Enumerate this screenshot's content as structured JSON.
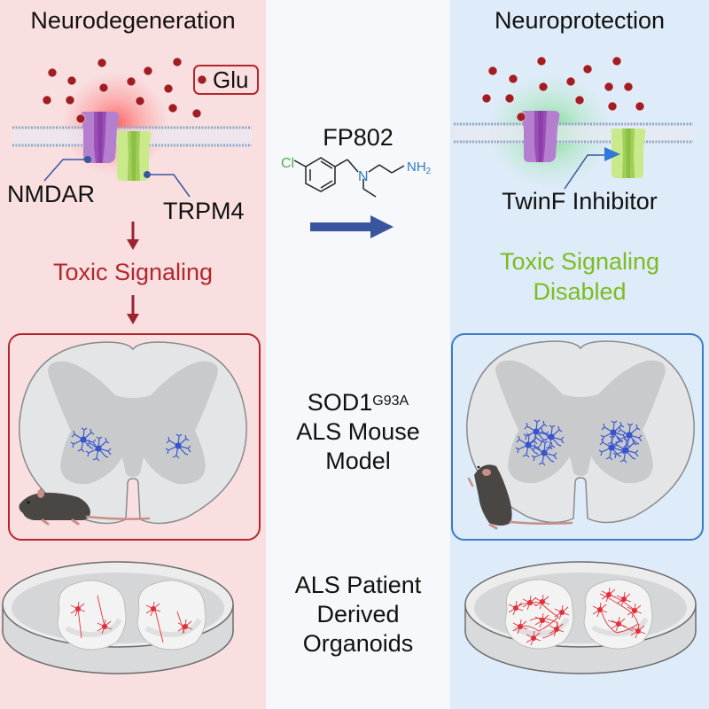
{
  "left_panel": {
    "title": "Neurodegeneration",
    "legend_label": "Glu",
    "receptor_labels": [
      "NMDAR",
      "TRPM4"
    ],
    "outcome": "Toxic Signaling",
    "theme_color": "#b5262c",
    "background": "#f9dfe0",
    "glow_color": "#ff5a5a",
    "model_neuron_count": 3,
    "organoid_neuron_count": 4
  },
  "middle_panel": {
    "compound_name": "FP802",
    "structure_atoms": {
      "chlorine": "Cl",
      "nitrogen": "N",
      "amine": "NH",
      "amine_subscript": "2"
    },
    "mouse_model": {
      "gene": "SOD1",
      "mutation": "G93A",
      "line2": "ALS Mouse",
      "line3": "Model"
    },
    "organoid_model": {
      "line1": "ALS Patient",
      "line2": "Derived",
      "line3": "Organoids"
    },
    "arrow_color": "#3a55a0"
  },
  "right_panel": {
    "title": "Neuroprotection",
    "inhibitor_label": "TwinF Inhibitor",
    "outcome_line1": "Toxic Signaling",
    "outcome_line2": "Disabled",
    "theme_color": "#7bbd1f",
    "box_color": "#3b7cc4",
    "background": "#deebf8",
    "glow_color": "#5fd37a",
    "model_neuron_count": 8,
    "organoid_neuron_count": 14
  },
  "colors": {
    "glutamate": "#a11d22",
    "nmdar": "#a35ab8",
    "trpm4": "#b6dc6c",
    "label_line": "#3a55a0",
    "spinal_white": "#e4e5e7",
    "spinal_grey": "#c9cacc",
    "neuron_blue": "#2d49c4",
    "organoid_neuron": "#e2303a",
    "mouse": "#4a4644"
  }
}
